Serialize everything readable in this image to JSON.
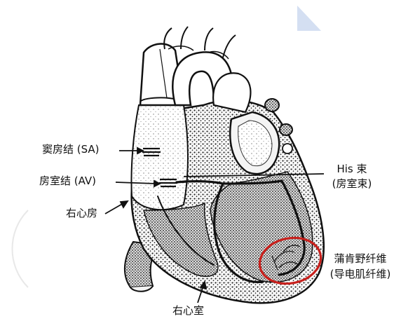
{
  "labels": {
    "sa_node": "窦房结 (SA)",
    "av_node": "房室结 (AV)",
    "right_atrium": "右心房",
    "his_line1": "His 束",
    "his_line2": "(房室束)",
    "purkinje_line1": "蒲肯野纤维",
    "purkinje_line2": "(导电肌纤维)",
    "right_ventricle": "右心室"
  },
  "colors": {
    "highlight_circle": "#c8201c",
    "corner_triangle": "#d4dff2",
    "ink": "#111111"
  }
}
